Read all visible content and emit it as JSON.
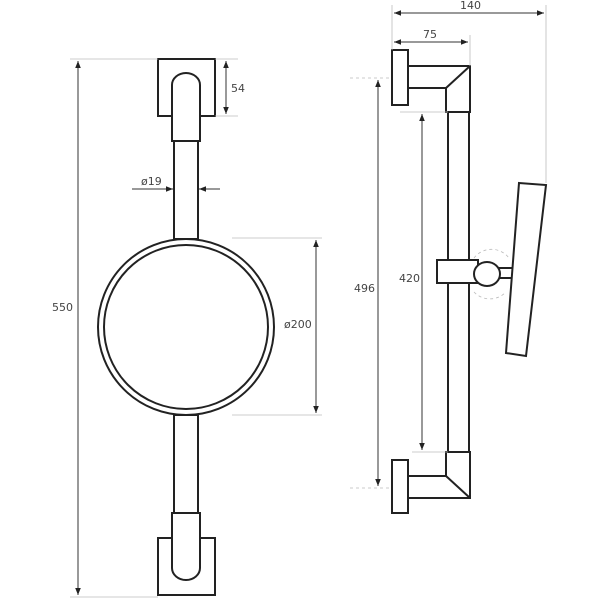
{
  "front_view": {
    "overall_height": "550",
    "bracket_height": "54",
    "bar_diameter": "ø19",
    "mirror_diameter": "ø200"
  },
  "side_view": {
    "total_depth": "140",
    "bracket_depth": "75",
    "bracket_spacing": "496",
    "slide_length": "420"
  },
  "colors": {
    "line": "#222222",
    "dimension": "#333333"
  }
}
